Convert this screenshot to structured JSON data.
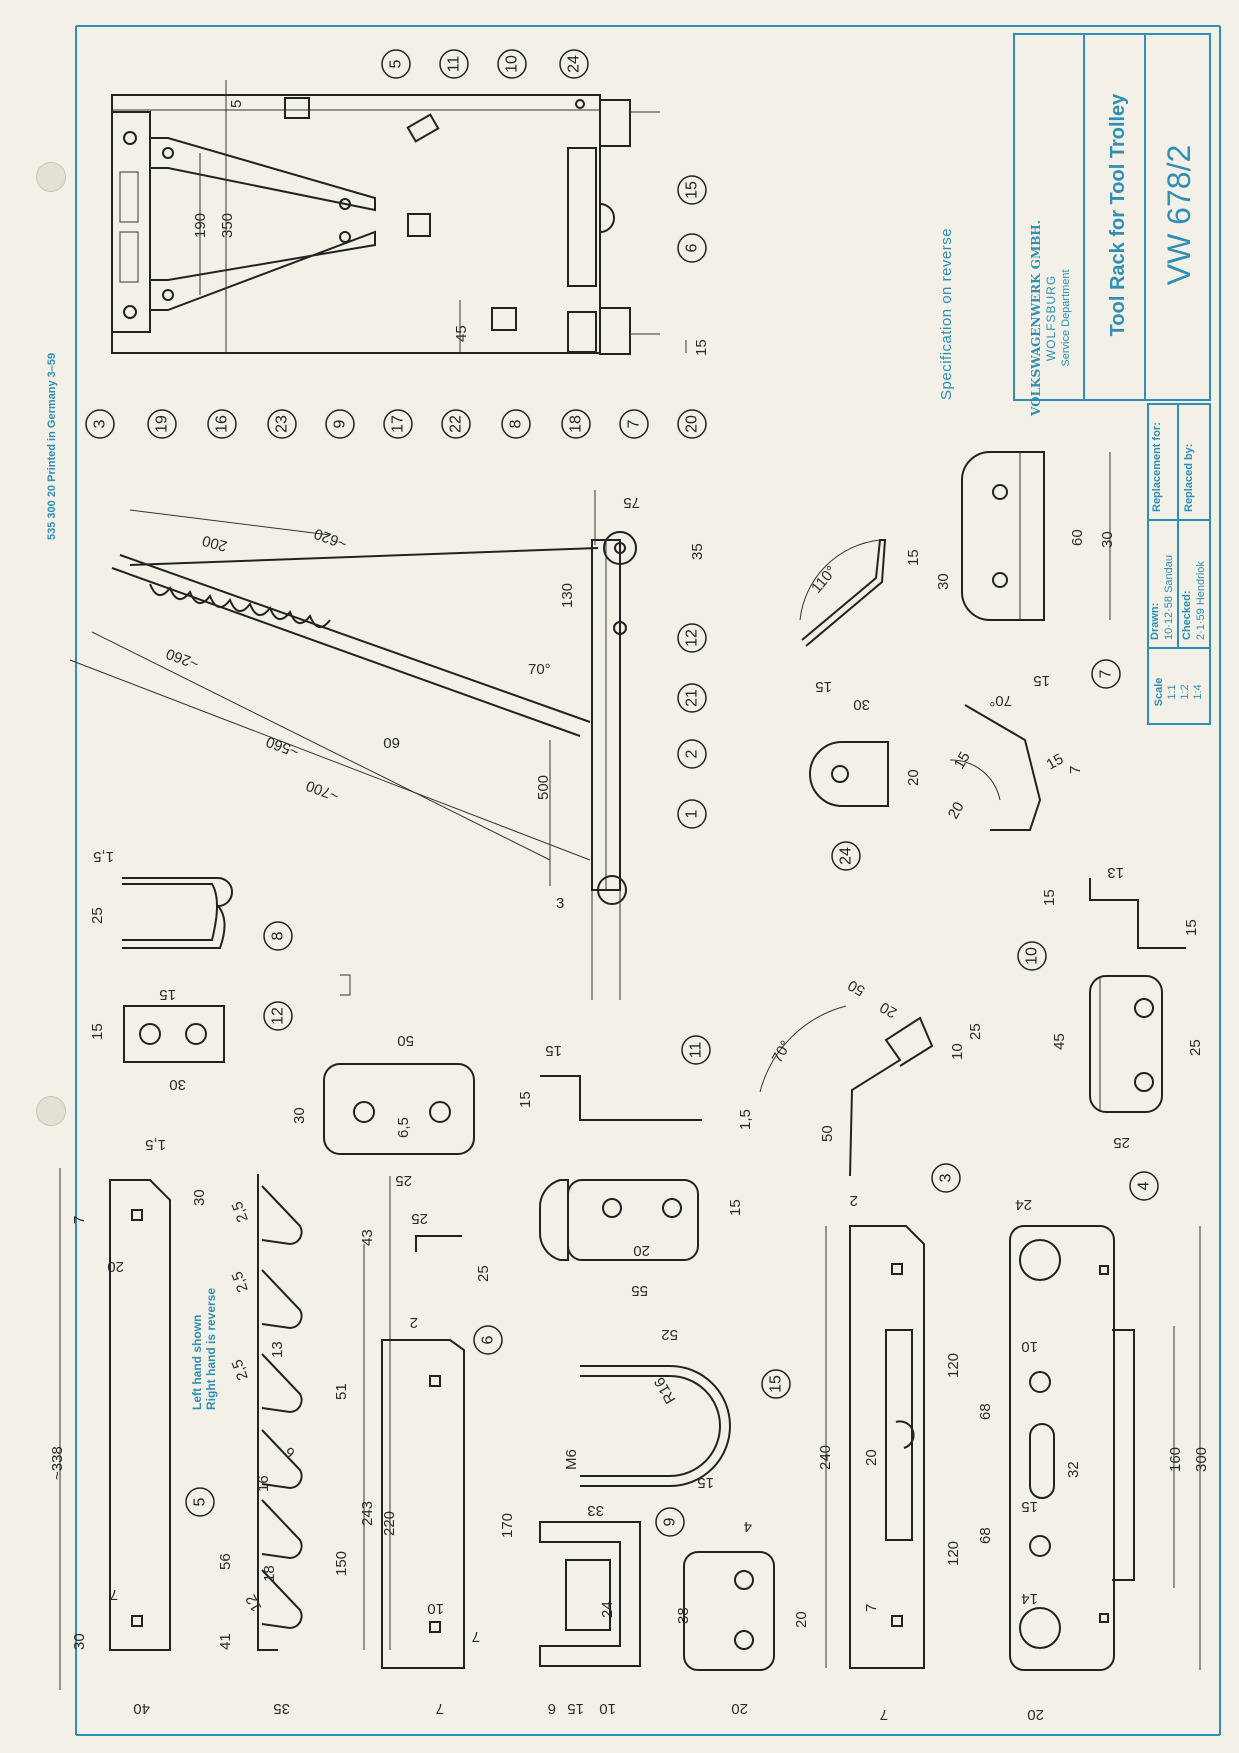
{
  "print_info": "535 300 20 Printed in Germany 3–59",
  "spec_note": "Specification on reverse",
  "title_block": {
    "company": "VOLKSWAGENWERK GMBH.",
    "city": "WOLFSBURG",
    "department": "Service Department",
    "title": "Tool Rack for Tool Trolley",
    "number": "VW 678/2",
    "scale_label": "Scale",
    "scales": [
      "1:1",
      "1:2",
      "1:4"
    ],
    "drawn_label": "Drawn:",
    "drawn": "10·12·58 Sandau",
    "checked_label": "Checked:",
    "checked": "2·1·59 Hendriok",
    "replacement_label": "Replacement for:",
    "replaced_label": "Replaced by:"
  },
  "hand_note": [
    "Left hand shown",
    "Right hand is reverse"
  ],
  "part_numbers": [
    "1",
    "2",
    "3",
    "4",
    "5",
    "6",
    "7",
    "8",
    "9",
    "10",
    "11",
    "12",
    "15",
    "16",
    "17",
    "18",
    "19",
    "20",
    "21",
    "22",
    "23",
    "24"
  ],
  "dimensions": {
    "frame": [
      "5",
      "190",
      "350",
      "45",
      "15"
    ],
    "side": [
      "~620",
      "200",
      "~260",
      "~560",
      "~700",
      "500",
      "3",
      "130",
      "35",
      "75",
      "70°",
      "60"
    ],
    "p24": [
      "20"
    ],
    "p7": [
      "110°",
      "15",
      "30",
      "15",
      "30",
      "60",
      "30",
      "15",
      "70°",
      "15",
      "15",
      "20",
      "7"
    ],
    "p8": [
      "1,5",
      "25"
    ],
    "p10": [
      "15",
      "13",
      "15",
      "45",
      "25",
      "25"
    ],
    "plate": [
      "15",
      "15",
      "30"
    ],
    "p12": [
      "50",
      "30",
      "6,5",
      "25"
    ],
    "p11": [
      "15",
      "15",
      "1,5"
    ],
    "bent50": [
      "70°",
      "50",
      "20",
      "25",
      "10",
      "50",
      "2"
    ],
    "p5": [
      "~338",
      "1,5",
      "30",
      "7",
      "20",
      "7",
      "30",
      "40"
    ],
    "rack": [
      "2,5",
      "2,5",
      "13",
      "2,5",
      "16",
      "6",
      "18",
      "12",
      "41",
      "56",
      "35",
      "43",
      "51",
      "150",
      "243",
      "220"
    ],
    "angle": [
      "25",
      "25",
      "2"
    ],
    "p6": [
      "10",
      "7",
      "7",
      "170"
    ],
    "p15b": [
      "15",
      "20",
      "55"
    ],
    "p15": [
      "52",
      "R16",
      "M6"
    ],
    "p9": [
      "33",
      "15",
      "4",
      "24",
      "38",
      "20",
      "6",
      "15",
      "10",
      "20"
    ],
    "p3": [
      "240",
      "20",
      "7",
      "7"
    ],
    "p4": [
      "24",
      "120",
      "68",
      "10",
      "32",
      "15",
      "68",
      "120",
      "14",
      "160",
      "300",
      "20"
    ]
  }
}
